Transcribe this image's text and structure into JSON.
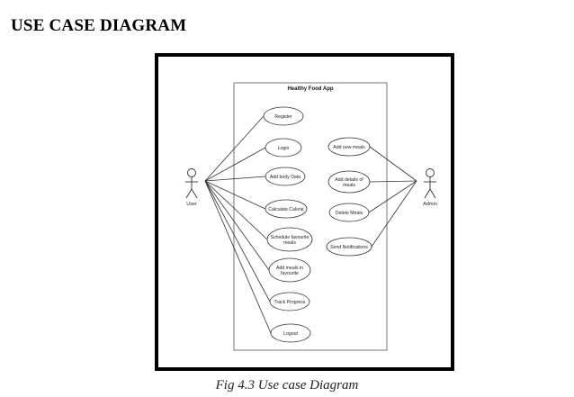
{
  "heading": "USE CASE DIAGRAM",
  "caption": "Fig 4.3 Use case Diagram",
  "diagram": {
    "system_title": "Healthy Food App",
    "actors": {
      "user": "User",
      "admin": "Admin"
    },
    "user_use_cases": [
      [
        "Register"
      ],
      [
        "Login"
      ],
      [
        "Add body Data"
      ],
      [
        "Calculate Calorie"
      ],
      [
        "Schedule favourite",
        "meals"
      ],
      [
        "Add meals in",
        "favourite"
      ],
      [
        "Track Progress"
      ],
      [
        "Logout"
      ]
    ],
    "admin_use_cases": [
      [
        "Add new meals"
      ],
      [
        "Add details of",
        "meals"
      ],
      [
        "Delete Meals"
      ],
      [
        "Send Notifications"
      ]
    ]
  }
}
